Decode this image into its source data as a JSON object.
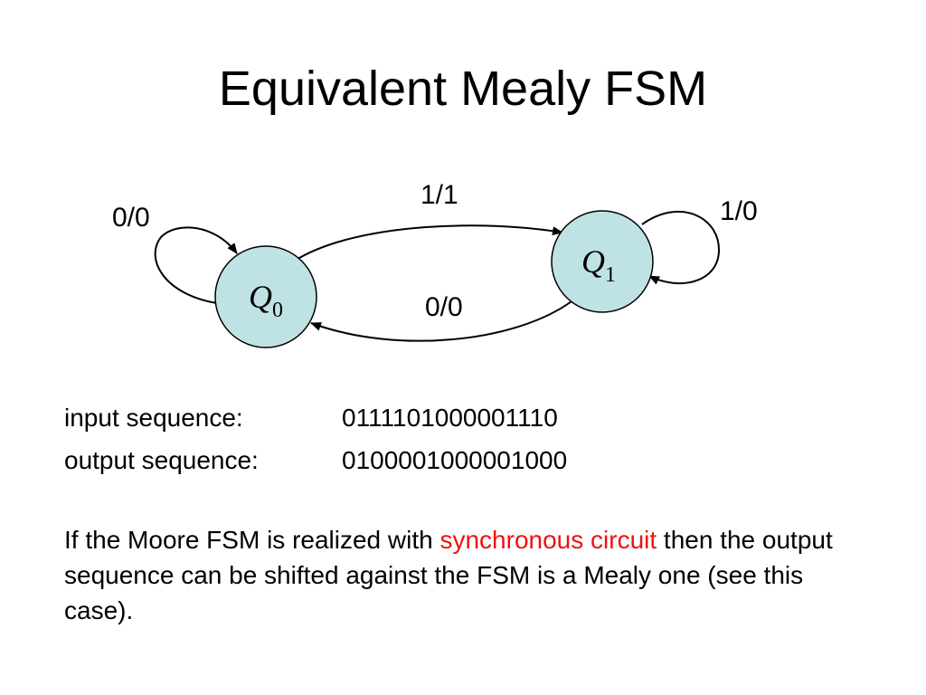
{
  "slide": {
    "title": "Equivalent Mealy FSM"
  },
  "diagram": {
    "state_fill": "#bfe3e5",
    "states": [
      {
        "letter": "Q",
        "subscript": "0"
      },
      {
        "letter": "Q",
        "subscript": "1"
      }
    ],
    "transitions": {
      "q0_self": "0/0",
      "q0_to_q1": "1/1",
      "q1_self": "1/0",
      "q1_to_q0": "0/0"
    }
  },
  "sequences": {
    "input_label": "input sequence:",
    "input_value": "0111101000001110",
    "output_label": "output sequence:",
    "output_value": "0100001000001000"
  },
  "note": {
    "before": "If the Moore FSM is realized with ",
    "highlight": "synchronous circuit",
    "highlight_color": "#ee1111",
    "after": " then the output sequence can be shifted  against the FSM is a Mealy one (see this case)."
  }
}
